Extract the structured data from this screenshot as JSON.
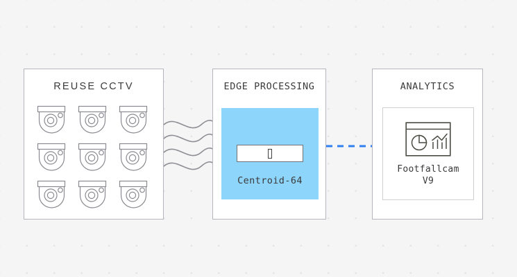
{
  "diagram": {
    "background_color": "#f5f5f6",
    "dot_color": "#e3e3e6",
    "panels": [
      {
        "id": "reuse-cctv",
        "title": "REUSE CCTV",
        "border_color": "#b5b5bd",
        "cameras": [
          "camera-1",
          "camera-2",
          "camera-3",
          "camera-4",
          "camera-5",
          "camera-6",
          "camera-7",
          "camera-8",
          "camera-9"
        ],
        "camera_count": 9
      },
      {
        "id": "edge-processing",
        "title": "EDGE PROCESSING",
        "border_color": "#b5b5bd",
        "fill_color": "#8ed5fb",
        "device_label": "Centroid-64",
        "device_icon": "processor-chip-icon"
      },
      {
        "id": "analytics",
        "title": "ANALYTICS",
        "border_color": "#b5b5bd",
        "card_label": "Footfallcam\nV9",
        "card_icon": "analytics-dashboard-icon",
        "card_border_color": "#cfcfd4"
      }
    ],
    "connectors": [
      {
        "id": "cctv-to-edge",
        "style": "wavy",
        "color": "#8e8e94",
        "count": 4,
        "from": "reuse-cctv",
        "to": "edge-processing"
      },
      {
        "id": "edge-to-analytics",
        "style": "dashed",
        "color": "#2f7ff0",
        "from": "edge-processing",
        "to": "analytics"
      }
    ]
  }
}
